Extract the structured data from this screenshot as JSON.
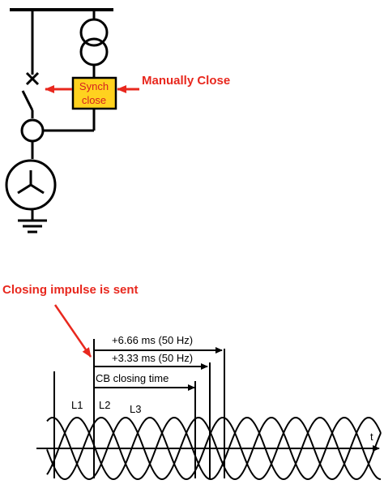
{
  "colors": {
    "accent_red": "#e8281e",
    "synch_box_fill": "#ffd21f",
    "synch_box_text": "#d62020",
    "line": "#000000"
  },
  "single_line": {
    "synch_box_line1": "Synch",
    "synch_box_line2": "close",
    "manual_close_label": "Manually Close"
  },
  "timing": {
    "closing_impulse_label": "Closing impulse is sent",
    "arrow_6_66": "+6.66 ms (50 Hz)",
    "arrow_3_33": "+3.33 ms (50 Hz)",
    "cb_closing_time": "CB closing time",
    "phase_labels": [
      "L1",
      "L2",
      "L3"
    ],
    "time_axis_label": "t"
  }
}
